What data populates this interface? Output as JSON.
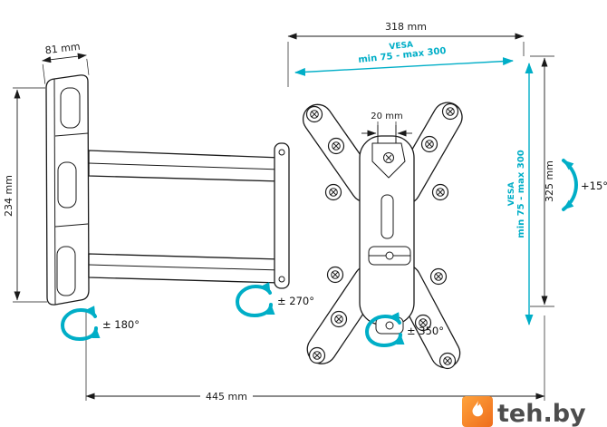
{
  "colors": {
    "accent": "#00AEC7",
    "line": "#1A1A1A",
    "logo_orange": "#F5821F",
    "logo_text": "#4D4D4D",
    "background": "#FFFFFF"
  },
  "dimensions": {
    "wall_plate_width": "81 mm",
    "wall_plate_height": "234 mm",
    "bracket_width": "318 mm",
    "hook_gap": "20 mm",
    "bracket_height": "325 mm",
    "arm_reach": "445 mm"
  },
  "vesa_top": {
    "line1": "VESA",
    "line2": "min 75 - max 300"
  },
  "vesa_right": {
    "line1": "VESA",
    "line2": "min 75 - max 300"
  },
  "rotation": {
    "tilt": "+15°",
    "wall_joint": "± 180°",
    "elbow_joint": "± 270°",
    "plate_joint": "± 350°"
  },
  "watermark": {
    "text": "teh.by"
  }
}
